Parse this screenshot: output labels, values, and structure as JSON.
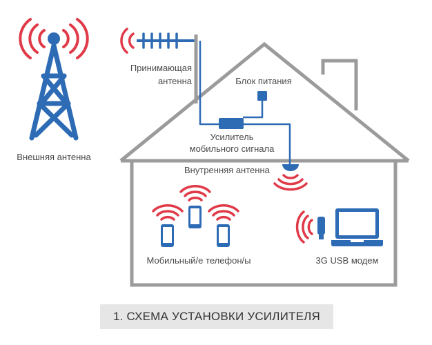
{
  "colors": {
    "tower_blue": "#2e6bb5",
    "signal_red": "#e03a48",
    "house_gray": "#9b9b9b",
    "text_gray": "#4a4a4a",
    "caption_bg": "#e6e6e6"
  },
  "labels": {
    "external_antenna": "Внешняя антенна",
    "receiving_antenna_line1": "Принимающая",
    "receiving_antenna_line2": "антенна",
    "power_supply": "Блок питания",
    "amplifier_line1": "Усилитель",
    "amplifier_line2": "мобильного сигнала",
    "internal_antenna": "Внутренняя антенна",
    "mobile_phones": "Мобильный/е телефон/ы",
    "usb_modem": "3G USB модем"
  },
  "caption": "1. СХЕМА УСТАНОВКИ УСИЛИТЕЛЯ",
  "icons": [
    "cell-tower-icon",
    "yagi-antenna-icon",
    "power-supply-icon",
    "amplifier-icon",
    "dome-antenna-icon",
    "smartphone-icon",
    "usb-modem-icon",
    "laptop-icon",
    "signal-waves-icon"
  ]
}
